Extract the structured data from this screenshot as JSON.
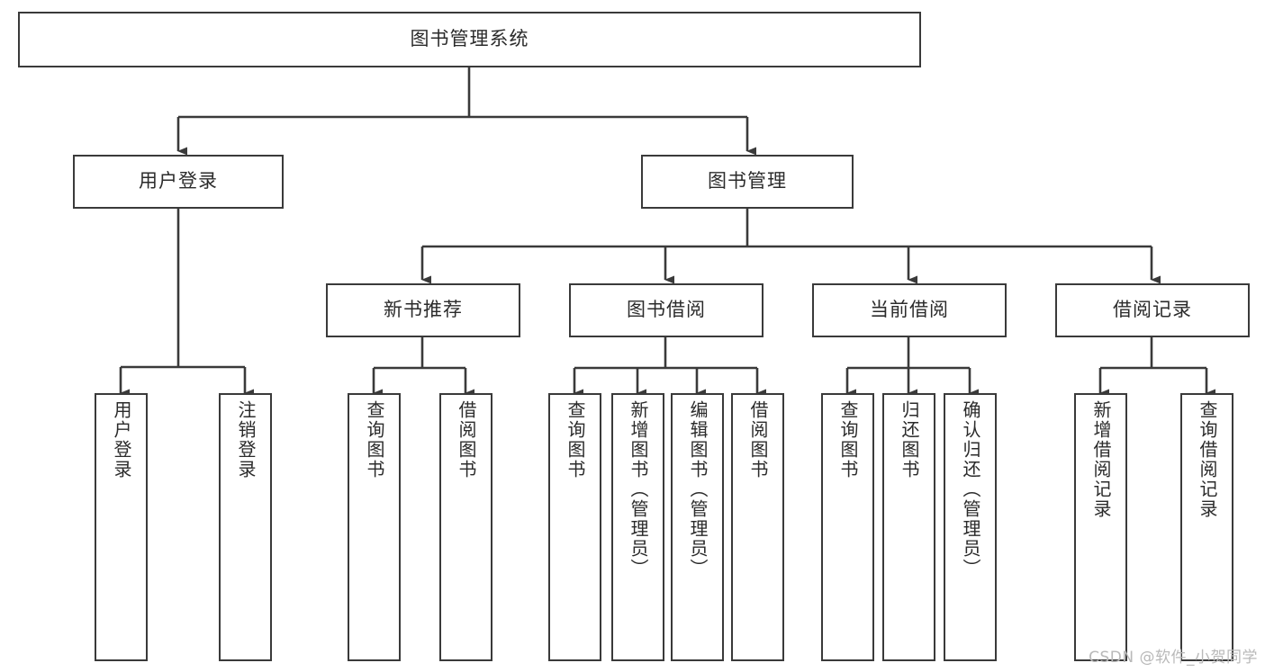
{
  "diagram": {
    "title": "图书管理系统",
    "type": "tree-hierarchy-chart",
    "orientation": "top-down",
    "stroke_color": "#3a3a3a",
    "text_color": "#2b2b2b",
    "background_color": "#ffffff",
    "levels": {
      "root": {
        "label": "图书管理系统"
      },
      "level2": [
        {
          "label": "用户登录"
        },
        {
          "label": "图书管理"
        }
      ],
      "level3": [
        {
          "label": "新书推荐"
        },
        {
          "label": "图书借阅"
        },
        {
          "label": "当前借阅"
        },
        {
          "label": "借阅记录"
        }
      ],
      "leaves": {
        "user_login": [
          {
            "label": "用户登录"
          },
          {
            "label": "注销登录"
          }
        ],
        "new_book_recommend": [
          {
            "label": "查询图书"
          },
          {
            "label": "借阅图书"
          }
        ],
        "book_borrow": [
          {
            "label": "查询图书"
          },
          {
            "label": "新增图书（管理员）"
          },
          {
            "label": "编辑图书（管理员）"
          },
          {
            "label": "借阅图书"
          }
        ],
        "current_borrow": [
          {
            "label": "查询图书"
          },
          {
            "label": "归还图书"
          },
          {
            "label": "确认归还（管理员）"
          }
        ],
        "borrow_record": [
          {
            "label": "新增借阅记录"
          },
          {
            "label": "查询借阅记录"
          }
        ]
      }
    }
  },
  "watermark": {
    "text": "CSDN @软件_小贺同学"
  }
}
